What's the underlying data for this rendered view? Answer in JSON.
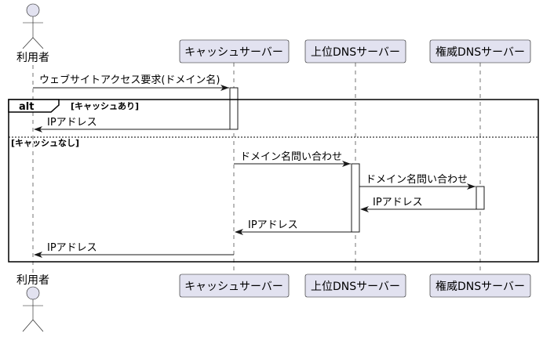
{
  "participants": {
    "user": "利用者",
    "cache": "キャッシュサーバー",
    "upper": "上位DNSサーバー",
    "auth": "権威DNSサーバー"
  },
  "messages": {
    "m1": "ウェブサイトアクセス要求(ドメイン名)",
    "m2": "IPアドレス",
    "m3": "ドメイン名問い合わせ",
    "m4": "ドメイン名問い合わせ",
    "m5": "IPアドレス",
    "m6": "IPアドレス",
    "m7": "IPアドレス"
  },
  "fragment": {
    "keyword": "alt",
    "guard1": "[キャッシュあり]",
    "guard2": "[キャッシュなし]"
  }
}
